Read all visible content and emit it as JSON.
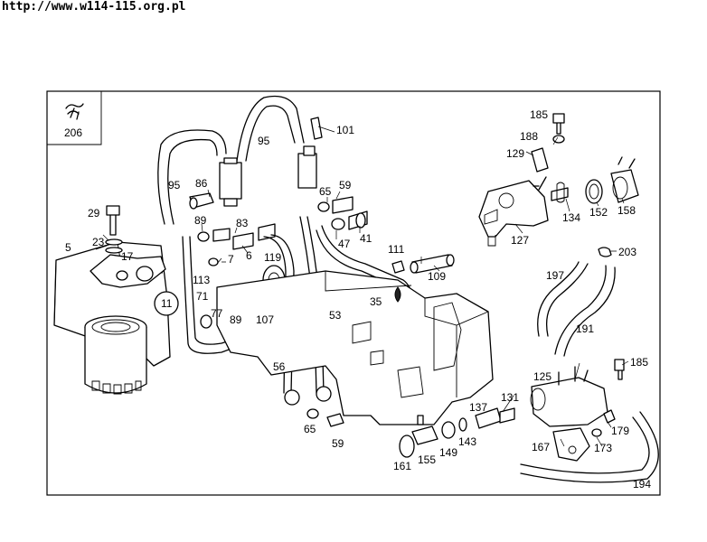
{
  "header": {
    "url": "http://www.w114-115.org.pl"
  },
  "diagram": {
    "inset_label": "206",
    "callouts": [
      {
        "id": "c206",
        "text": "206"
      },
      {
        "id": "c95a",
        "text": "95"
      },
      {
        "id": "c95b",
        "text": "95"
      },
      {
        "id": "c101",
        "text": "101"
      },
      {
        "id": "c86",
        "text": "86"
      },
      {
        "id": "c65a",
        "text": "65"
      },
      {
        "id": "c59a",
        "text": "59"
      },
      {
        "id": "c29",
        "text": "29"
      },
      {
        "id": "c89a",
        "text": "89"
      },
      {
        "id": "c83",
        "text": "83"
      },
      {
        "id": "c47",
        "text": "47"
      },
      {
        "id": "c41",
        "text": "41"
      },
      {
        "id": "c23",
        "text": "23"
      },
      {
        "id": "c17",
        "text": "17"
      },
      {
        "id": "c5",
        "text": "5"
      },
      {
        "id": "c7",
        "text": "7"
      },
      {
        "id": "c6",
        "text": "6"
      },
      {
        "id": "c119",
        "text": "119"
      },
      {
        "id": "c111",
        "text": "111"
      },
      {
        "id": "c109",
        "text": "109"
      },
      {
        "id": "c113",
        "text": "113"
      },
      {
        "id": "c11",
        "text": "11"
      },
      {
        "id": "c71",
        "text": "71"
      },
      {
        "id": "c35",
        "text": "35"
      },
      {
        "id": "c77",
        "text": "77"
      },
      {
        "id": "c89b",
        "text": "89"
      },
      {
        "id": "c107",
        "text": "107"
      },
      {
        "id": "c53",
        "text": "53"
      },
      {
        "id": "c56",
        "text": "56"
      },
      {
        "id": "c65b",
        "text": "65"
      },
      {
        "id": "c59b",
        "text": "59"
      },
      {
        "id": "c185a",
        "text": "185"
      },
      {
        "id": "c188",
        "text": "188"
      },
      {
        "id": "c129",
        "text": "129"
      },
      {
        "id": "c134",
        "text": "134"
      },
      {
        "id": "c152",
        "text": "152"
      },
      {
        "id": "c158",
        "text": "158"
      },
      {
        "id": "c127",
        "text": "127"
      },
      {
        "id": "c203",
        "text": "203"
      },
      {
        "id": "c197",
        "text": "197"
      },
      {
        "id": "c191",
        "text": "191"
      },
      {
        "id": "c185b",
        "text": "185"
      },
      {
        "id": "c125",
        "text": "125"
      },
      {
        "id": "c131",
        "text": "131"
      },
      {
        "id": "c137",
        "text": "137"
      },
      {
        "id": "c179",
        "text": "179"
      },
      {
        "id": "c143",
        "text": "143"
      },
      {
        "id": "c149",
        "text": "149"
      },
      {
        "id": "c155",
        "text": "155"
      },
      {
        "id": "c161",
        "text": "161"
      },
      {
        "id": "c167",
        "text": "167"
      },
      {
        "id": "c173",
        "text": "173"
      },
      {
        "id": "c194",
        "text": "194"
      }
    ]
  }
}
